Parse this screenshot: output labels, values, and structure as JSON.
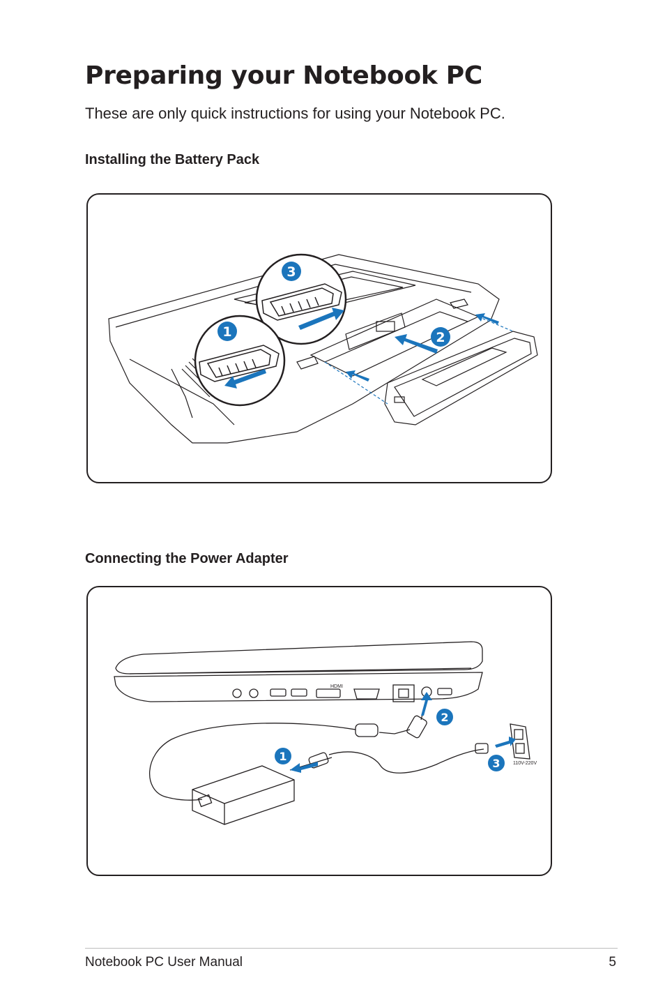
{
  "page": {
    "title": "Preparing your Notebook PC",
    "intro": "These are only quick instructions for using your Notebook PC."
  },
  "sections": [
    {
      "heading": "Installing the Battery Pack",
      "steps": [
        "1",
        "2",
        "3"
      ]
    },
    {
      "heading": "Connecting the Power Adapter",
      "steps": [
        "1",
        "2",
        "3"
      ],
      "port_label": "HDMI",
      "outlet_label": "110V-220V"
    }
  ],
  "footer": {
    "manual_name": "Notebook PC User Manual",
    "page_number": "5"
  },
  "colors": {
    "accent_blue": "#1b75bc",
    "text": "#231f20",
    "line_art": "#231f20"
  }
}
